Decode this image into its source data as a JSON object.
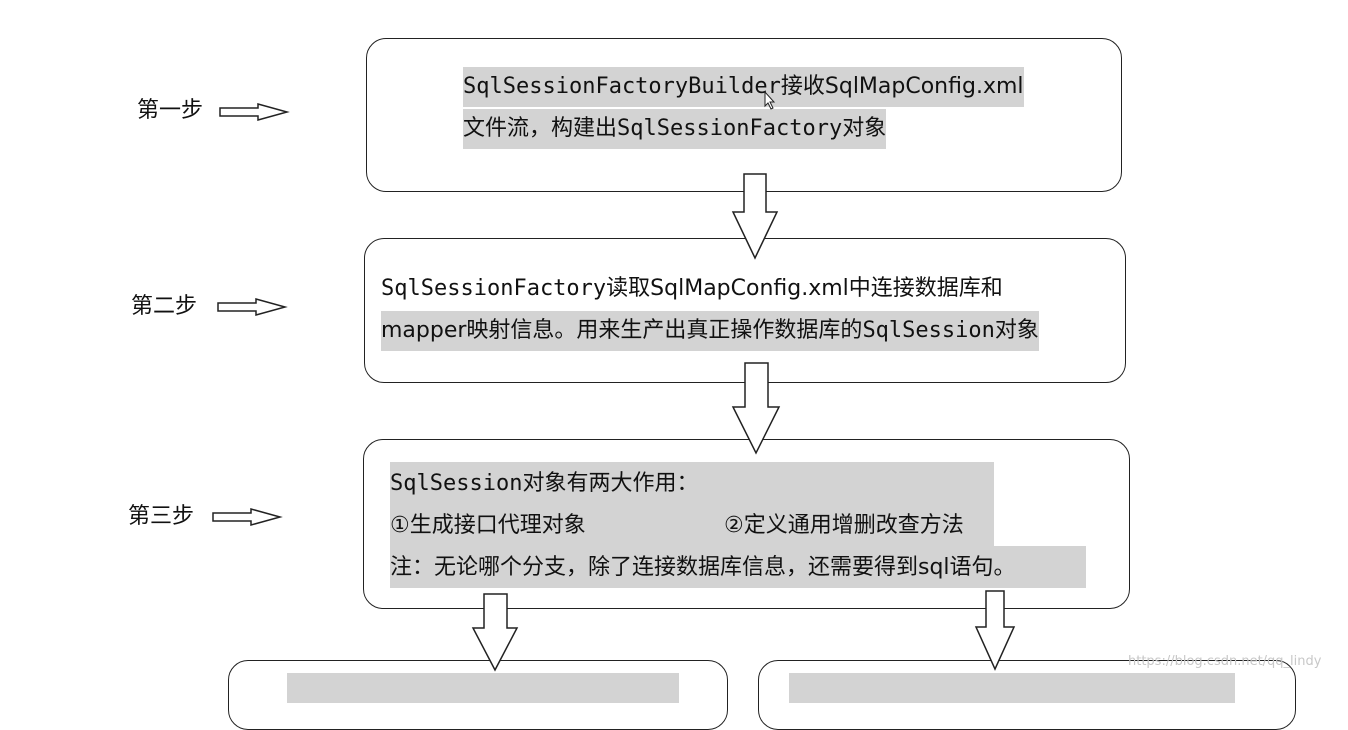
{
  "steps": [
    {
      "label": "第一步",
      "lines": [
        [
          {
            "t": "SqlSessionFactoryBuilder",
            "mono": true
          },
          {
            "t": "接收SqlMapConfig.xml",
            "mono": false
          }
        ],
        [
          {
            "t": "文件流，构建出",
            "mono": false
          },
          {
            "t": "SqlSessionFactory",
            "mono": true
          },
          {
            "t": "对象",
            "mono": false
          }
        ]
      ]
    },
    {
      "label": "第二步",
      "lines": [
        [
          {
            "t": "SqlSessionFactory",
            "mono": true
          },
          {
            "t": "读取SqlMapConfig.xml中连接数据库和",
            "mono": false
          }
        ],
        [
          {
            "t": "mapper映射信息。用来生产出真正操作数据库的",
            "mono": false
          },
          {
            "t": "SqlSession",
            "mono": true
          },
          {
            "t": "对象",
            "mono": false
          }
        ]
      ]
    },
    {
      "label": "第三步",
      "lines": [
        [
          {
            "t": "SqlSession",
            "mono": true
          },
          {
            "t": "对象有两大作用：",
            "mono": false
          }
        ],
        [
          {
            "t": "①生成接口代理对象",
            "mono": false
          }
        ],
        [
          {
            "t": "注：无论哪个分支，除了连接数据库信息，还需要得到sql语句。",
            "mono": false
          }
        ]
      ],
      "line2_right": "②定义通用增删改查方法"
    }
  ],
  "watermark": "https://blog.csdn.net/qq_lindy"
}
